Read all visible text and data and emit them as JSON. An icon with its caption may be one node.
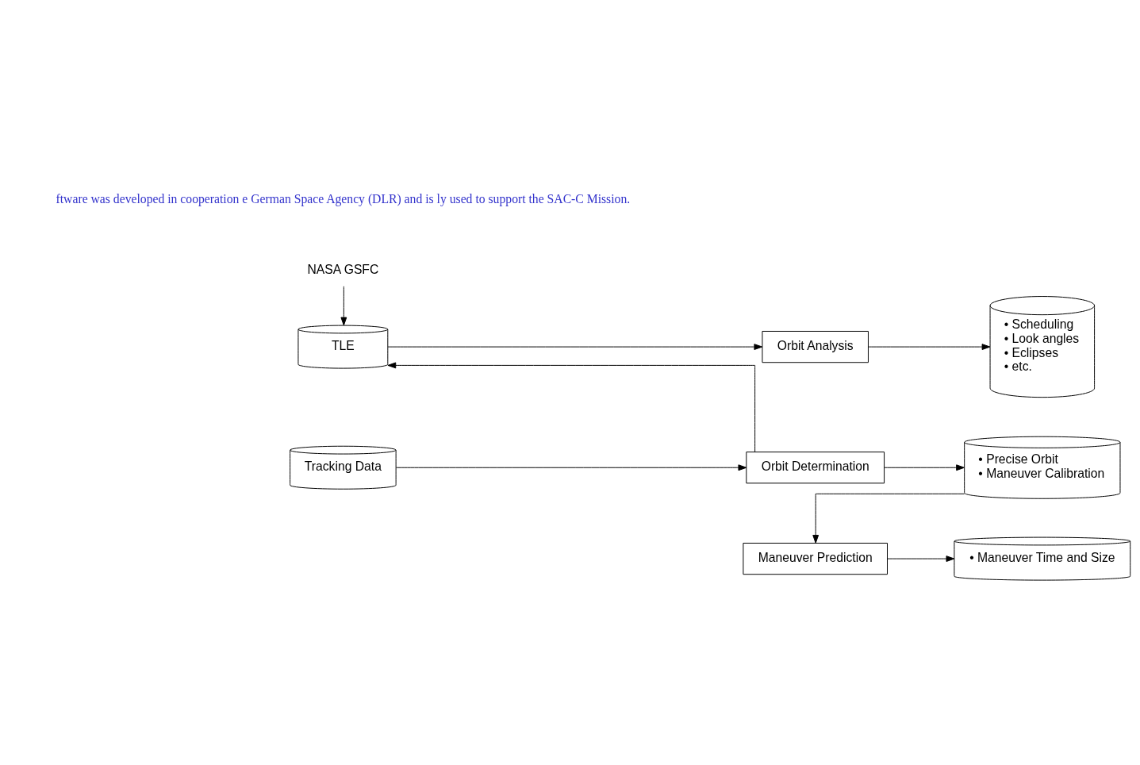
{
  "diagram": {
    "nodes": [
      {
        "text": [
          "NASA GSFC"
        ]
      },
      {
        "text": [
          "TLE"
        ]
      },
      {
        "text": [
          "Orbit Analysis"
        ]
      },
      {
        "text": [
          "• Scheduling",
          "• Look angles",
          "• Eclipses",
          "• etc."
        ]
      },
      {
        "text": [
          "Tracking Data"
        ]
      },
      {
        "text": [
          "Orbit Determination"
        ]
      },
      {
        "text": [
          "• Precise Orbit",
          "• Maneuver Calibration"
        ]
      },
      {
        "text": [
          "Maneuver Prediction"
        ]
      },
      {
        "text": [
          "• Maneuver Time and Size"
        ]
      }
    ],
    "edges": [
      {
        "from": 0,
        "to": 1,
        "arrow": "to"
      },
      {
        "from": 1,
        "to": 2,
        "arrow": "to"
      },
      {
        "from": 2,
        "to": 3,
        "arrow": "to"
      },
      {
        "from": 5,
        "to": 1,
        "arrow": "to"
      },
      {
        "from": 4,
        "to": 5,
        "arrow": "to"
      },
      {
        "from": 5,
        "to": 6,
        "arrow": "to"
      },
      {
        "from": 6,
        "to": 7,
        "arrow": "to"
      },
      {
        "from": 7,
        "to": 8,
        "arrow": "to"
      }
    ],
    "labels": [
      "ftware was developed in cooperation e German Space Agency (DLR) and is ly used to support the SAC-C Mission."
    ]
  }
}
